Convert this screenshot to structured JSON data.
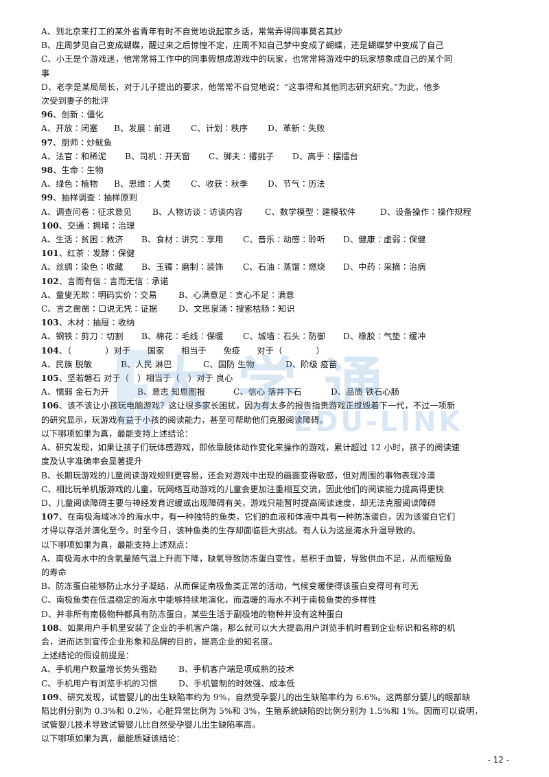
{
  "lines": [
    {
      "t": "A、到北京来打工的某外省青年有时不自觉地说起家乡话，常常弄得同事莫名其妙"
    },
    {
      "t": "B、庄周梦见自己变成蝴蝶，醒过来之后惊惶不定，庄周不知自己梦中变成了蝴蝶，还是蝴蝶梦中变成了自己"
    },
    {
      "t": "C、小王是个游戏迷，他常常将工作中的同事假想成游戏中的玩家，也常常将游戏中的玩家想象成自己的某个同"
    },
    {
      "t": "事"
    },
    {
      "t": "D、老李是某局局长，对于儿子提出的要求，他常常不自觉地说：“这事得和其他同志研究研究。”为此，他多"
    },
    {
      "t": "次受到妻子的批评"
    },
    {
      "num": "96",
      "t": "、创新∶僵化"
    },
    {
      "opts": [
        "A、开放∶闭塞",
        "B、发展∶前进",
        "C、计划∶秩序",
        "D、革新∶失败"
      ],
      "w": [
        106,
        112,
        112,
        120
      ]
    },
    {
      "num": "97",
      "t": "、厨师∶炒鱿鱼"
    },
    {
      "opts": [
        "A、法官∶和稀泥",
        "B、司机∶开天窗",
        "C、脚夫∶撂挑子",
        "D、高手∶摆擂台"
      ],
      "w": [
        122,
        122,
        122,
        120
      ]
    },
    {
      "num": "98",
      "t": "、生命∶生物"
    },
    {
      "opts": [
        "A、绿色∶植物",
        "B、思维∶人类",
        "C、收获∶秋季",
        "D、节气∶历法"
      ],
      "w": [
        106,
        112,
        112,
        120
      ]
    },
    {
      "num": "99",
      "t": "、抽样调查∶抽样原则"
    },
    {
      "opts": [
        "A、调查问卷∶征求意见",
        "B、人物访谈∶访谈内容",
        "C、数学模型∶建模软件",
        "D、设备操作∶操作规程"
      ],
      "w": [
        162,
        164,
        168,
        150
      ]
    },
    {
      "num": "100",
      "t": "、交通∶拥堵∶治理"
    },
    {
      "opts": [
        "A、生活∶贫困∶救济",
        "B、食材∶讲究∶享用",
        "C、音乐∶动感∶聆听",
        "D、健康∶虚弱∶保健"
      ],
      "w": [
        146,
        148,
        146,
        150
      ]
    },
    {
      "num": "101",
      "t": "、红茶∶发酵∶保健"
    },
    {
      "opts": [
        "A、丝绸∶染色∶收藏",
        "B、玉镯∶磨制∶装饰",
        "C、石油∶蒸馏∶燃烧",
        "D、中药∶采摘∶治病"
      ],
      "w": [
        146,
        148,
        146,
        150
      ]
    },
    {
      "num": "102",
      "t": "、言而有信∶言而无信∶承诺"
    },
    {
      "opts": [
        "A、童叟无欺∶明码实价∶交易",
        "B、心满意足∶贪心不足∶满意"
      ],
      "w": [
        200,
        260
      ]
    },
    {
      "opts": [
        "C、言之凿凿∶口说无凭∶证据",
        "D、文思泉涌∶搜索枯肠∶知识"
      ],
      "w": [
        200,
        260
      ]
    },
    {
      "num": "103",
      "t": "、木材∶抽屉∶收纳"
    },
    {
      "opts": [
        "A、钢铁∶剪刀∶切割",
        "B、棉花∶毛线∶保暖",
        "C、城墙∶石头∶防御",
        "D、橡胶∶气垫∶缓冲"
      ],
      "w": [
        146,
        148,
        146,
        150
      ]
    },
    {
      "num": "104",
      "t": "、（　　　　）对于　　国家　　相当于　　免疫　　对于（　　　　）"
    },
    {
      "opts": [
        "A、民族  脱敏",
        "B、人民  淋巴",
        "C、国防  生物",
        "D、阶级  疫苗"
      ],
      "w": [
        116,
        120,
        120,
        120
      ]
    },
    {
      "num": "105",
      "t": "、坚若磐石  对于（　）相当于（　）对于  良心"
    },
    {
      "opts": [
        "A、懦弱  金石为开",
        "B、意志  知恩图报",
        "C、信心  落井下石",
        "D、品质  铁石心肠"
      ],
      "w": [
        140,
        140,
        142,
        150
      ]
    },
    {
      "num": "106",
      "t": "、该不该让小孩玩电脑游戏？这让很多家长困扰，因为有太多的报告指责游戏正搅毁着下一代，不过一项新"
    },
    {
      "t": "的研究显示，玩游戏有益于小孩的阅读能力，甚至可帮助他们克服阅读障碍。"
    },
    {
      "t": "以下哪项如果为真，最能支持上述结论："
    },
    {
      "t": "A、研究发现，如果让孩子们玩体感游戏，即依靠肢体动作变化来操作的游戏，累计超过 12 小时，孩子的阅读速"
    },
    {
      "t": "度及认字准确率会显著提升"
    },
    {
      "t": "B、长期玩游戏的儿童阅读游戏规则更容易，还会对游戏中出现的画面变得敏感，但对周围的事物表现冷漠"
    },
    {
      "t": "C、相比玩单机版游戏的儿童，玩网络互动游戏的儿童会更加注重相互交流，因此他们的阅读能力提高得更快"
    },
    {
      "t": "D、儿童阅读障碍主要与神经发育迟缓或出现障碍有关，游戏只能暂时提高阅读速度，却无法克服阅读障碍"
    },
    {
      "num": "107",
      "t": "、在南极海域冰冷的海水中，有一种独特的鱼类，它们的血液和体液中具有一种防冻蛋白，因为该蛋白它们"
    },
    {
      "t": "才得以存活并演化至今。时至今日，该种鱼类的生存却面临巨大挑战。有人认为这是海水升温导致的。"
    },
    {
      "t": "以下哪项如果为真，最能支持上述观点："
    },
    {
      "t": "A、南极海水中的含氧量随气温上升而下降，缺氧导致防冻蛋白变性，易积于血管，导致供血不足，从而缩短鱼"
    },
    {
      "t": "的寿命"
    },
    {
      "t": "B、防冻蛋白能够防止水分子凝结，从而保证南极鱼类正常的活动，气候变暖使得该蛋白变得可有可无"
    },
    {
      "t": "C、南极鱼类在低温稳定的海水中能够持续地演化，而温暖的海水不利于南极鱼类的多样性"
    },
    {
      "t": "D、并非所有南极物种都具有防冻蛋白，某些生活于副极地的物种并没有这种蛋白"
    },
    {
      "num": "108",
      "t": "、如果用户手机里安装了企业的手机客户端，那么就可以大大提高用户浏览手机时看到企业标识和名称的机"
    },
    {
      "t": "会，进而达到宣传企业形象和品牌的目的，提高企业的知名度。"
    },
    {
      "t": "上述结论的假设前提是："
    },
    {
      "opts": [
        "A、手机用户数量增长势头强劲",
        "B、手机客户端是项成熟的技术"
      ],
      "w": [
        200,
        260
      ]
    },
    {
      "opts": [
        "C、手机用户有浏览手机的习惯",
        "D、手机管制的时效强、成本低"
      ],
      "w": [
        200,
        260
      ]
    },
    {
      "num": "109",
      "t": "、研究发现，试管婴儿的出生缺陷率约为 9%，自然受孕婴儿的出生缺陷率约为 6.6%。这两部分婴儿的眼部缺"
    },
    {
      "t": "陷比例分别为 0.3%和 0.2%，心脏异常比例为 5%和 3%，生殖系统缺陷的比例分别为 1.5%和 1%。因而可以说明，"
    },
    {
      "t": "试管婴儿技术导致试管婴儿比自然受孕婴儿出生缺陷率高。"
    },
    {
      "t": "以下哪项如果为真，最能质疑该结论："
    }
  ],
  "watermark": {
    "cn": "大学通",
    "en": "EDU-LINK"
  },
  "page_number": "- 12 -"
}
